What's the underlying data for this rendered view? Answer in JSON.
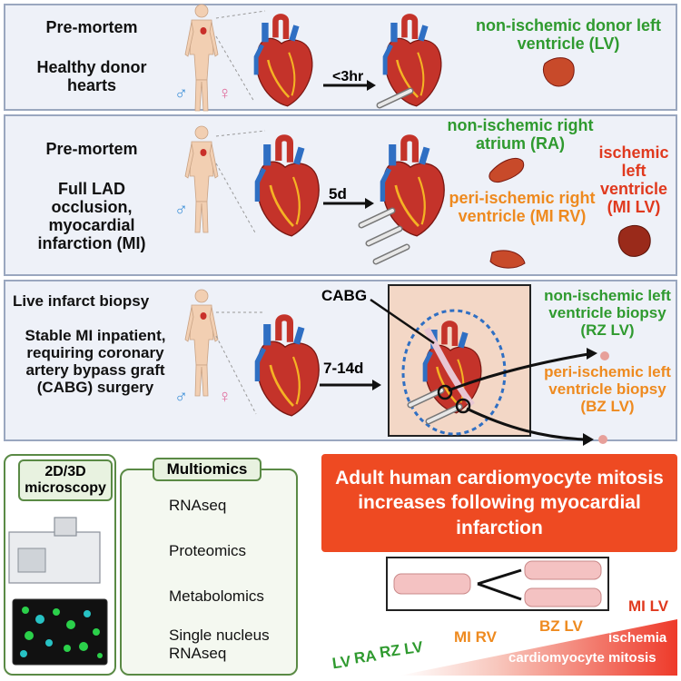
{
  "colors": {
    "green": "#2f9a2f",
    "orange": "#ee8a1f",
    "red": "#e0391e",
    "banner": "#ee4a22"
  },
  "row1": {
    "stage": "Pre-mortem",
    "cohort": "Healthy donor hearts",
    "time": "<3hr",
    "sample": "non-ischemic donor left ventricle (LV)",
    "male": "♂",
    "female": "♀"
  },
  "row2": {
    "stage": "Pre-mortem",
    "cohort": "Full LAD occlusion, myocardial infarction (MI)",
    "time": "5d",
    "sample_ra": "non-ischemic right atrium (RA)",
    "sample_rv": "peri-ischemic right ventricle (MI RV)",
    "sample_lv": "ischemic left ventricle (MI LV)",
    "male": "♂"
  },
  "row3": {
    "stage": "Live infarct biopsy",
    "cohort": "Stable MI inpatient, requiring coronary artery bypass graft (CABG) surgery",
    "time": "7-14d",
    "cabg": "CABG",
    "sample_rz": "non-ischemic left ventricle biopsy (RZ LV)",
    "sample_bz": "peri-ischemic left ventricle biopsy (BZ LV)",
    "male": "♂",
    "female": "♀"
  },
  "microscopy": {
    "title": "2D/3D microscopy"
  },
  "multiomics": {
    "title": "Multiomics",
    "items": [
      "RNAseq",
      "Proteomics",
      "Metabolomics",
      "Single nucleus RNAseq"
    ]
  },
  "conclusion": "Adult human cardiomyocyte mitosis increases following myocardial infarction",
  "gradient": {
    "labels": [
      "LV",
      "RA",
      "RZ LV",
      "MI RV",
      "BZ LV",
      "MI LV"
    ],
    "bar_text_1": "ischemia",
    "bar_text_2": "cardiomyocyte mitosis"
  }
}
